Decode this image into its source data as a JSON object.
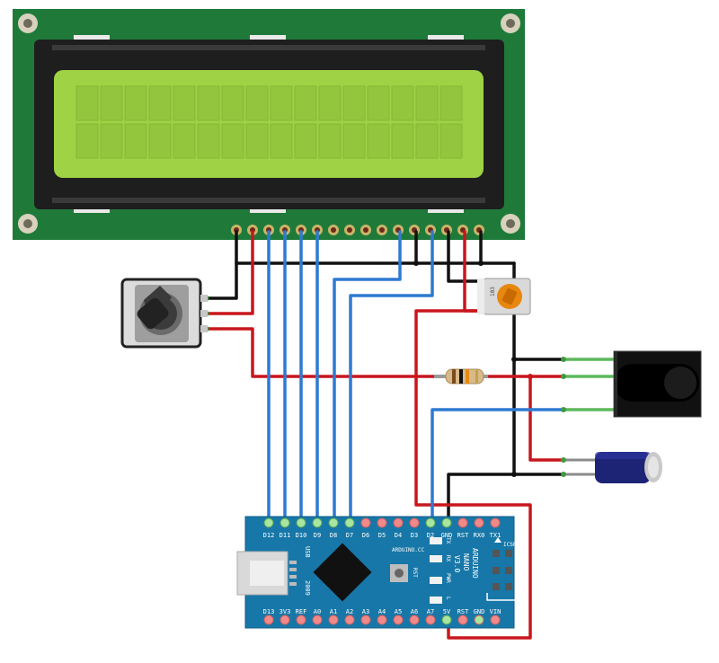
{
  "colors": {
    "lcd_pcb": "#1f7a3a",
    "lcd_frame": "#1e1e1e",
    "lcd_screen": "#9fd244",
    "wire_black": "#111111",
    "wire_red": "#c8161d",
    "wire_blue": "#2e7ad1",
    "wire_green": "#5cb85c",
    "nano_board": "#1777a8",
    "capacitor": "#1d2475"
  },
  "icons": [
    "lcd-16x2",
    "potentiometer",
    "trimmer-potentiometer",
    "resistor",
    "ir-receiver",
    "electrolytic-capacitor",
    "arduino-nano"
  ],
  "nano": {
    "top_pins": [
      "D12",
      "D11",
      "D10",
      "D9",
      "D8",
      "D7",
      "D6",
      "D5",
      "D4",
      "D3",
      "D2",
      "GND",
      "RST",
      "RX0",
      "TX1"
    ],
    "bottom_pins": [
      "D13",
      "3V3",
      "REF",
      "A0",
      "A1",
      "A2",
      "A3",
      "A4",
      "A5",
      "A6",
      "A7",
      "5V",
      "RST",
      "GND",
      "VIN"
    ],
    "usb_label": "USB",
    "year_label": "2009",
    "rst_label": "RST",
    "brand_label": "ARDUINO.CC",
    "led_labels": [
      "TX",
      "RX",
      "PWR",
      "L"
    ],
    "title_lines": [
      "ARDUINO",
      "NANO",
      "V3.0"
    ],
    "icsp_label": "ICSP"
  },
  "trimmer_label": "103"
}
